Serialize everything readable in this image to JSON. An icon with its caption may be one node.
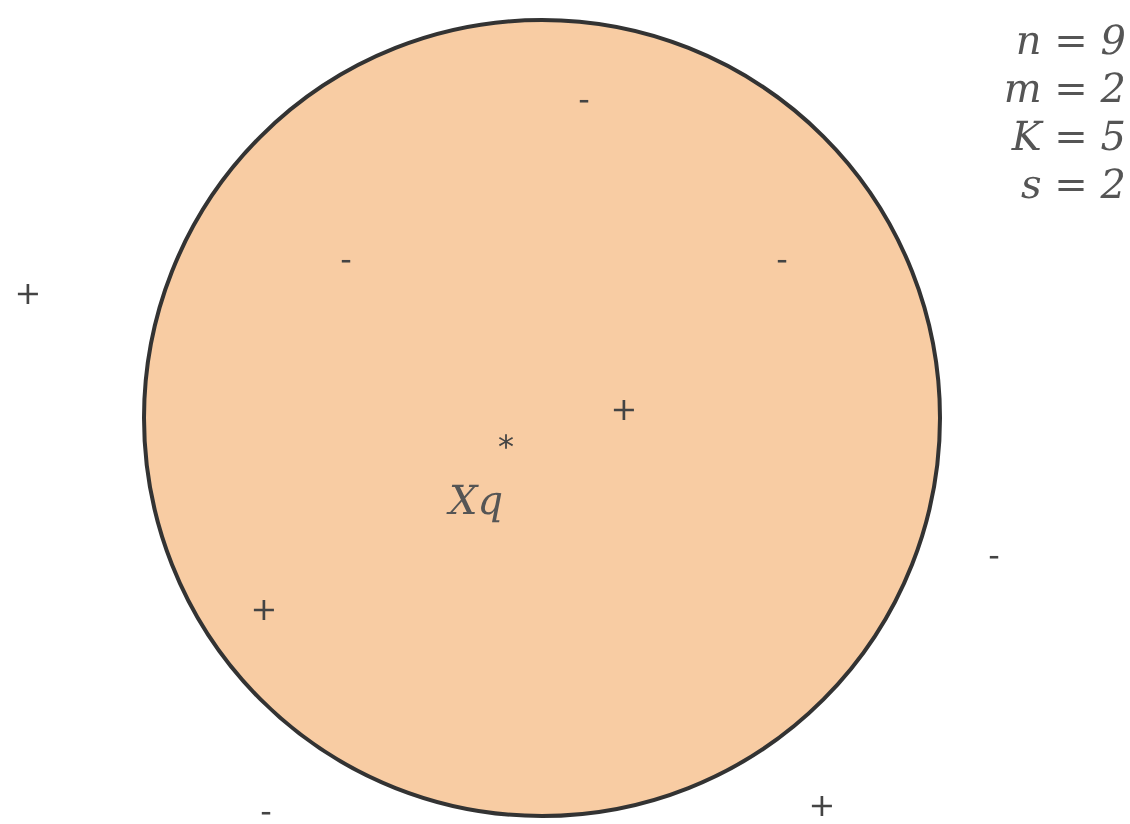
{
  "diagram": {
    "labels": [
      "n = 9",
      "-",
      "m = 2",
      "K = 5",
      "s = 2",
      "-",
      "-",
      "+",
      "+",
      "*",
      "Xq",
      "-",
      "+",
      "+",
      "-"
    ]
  }
}
